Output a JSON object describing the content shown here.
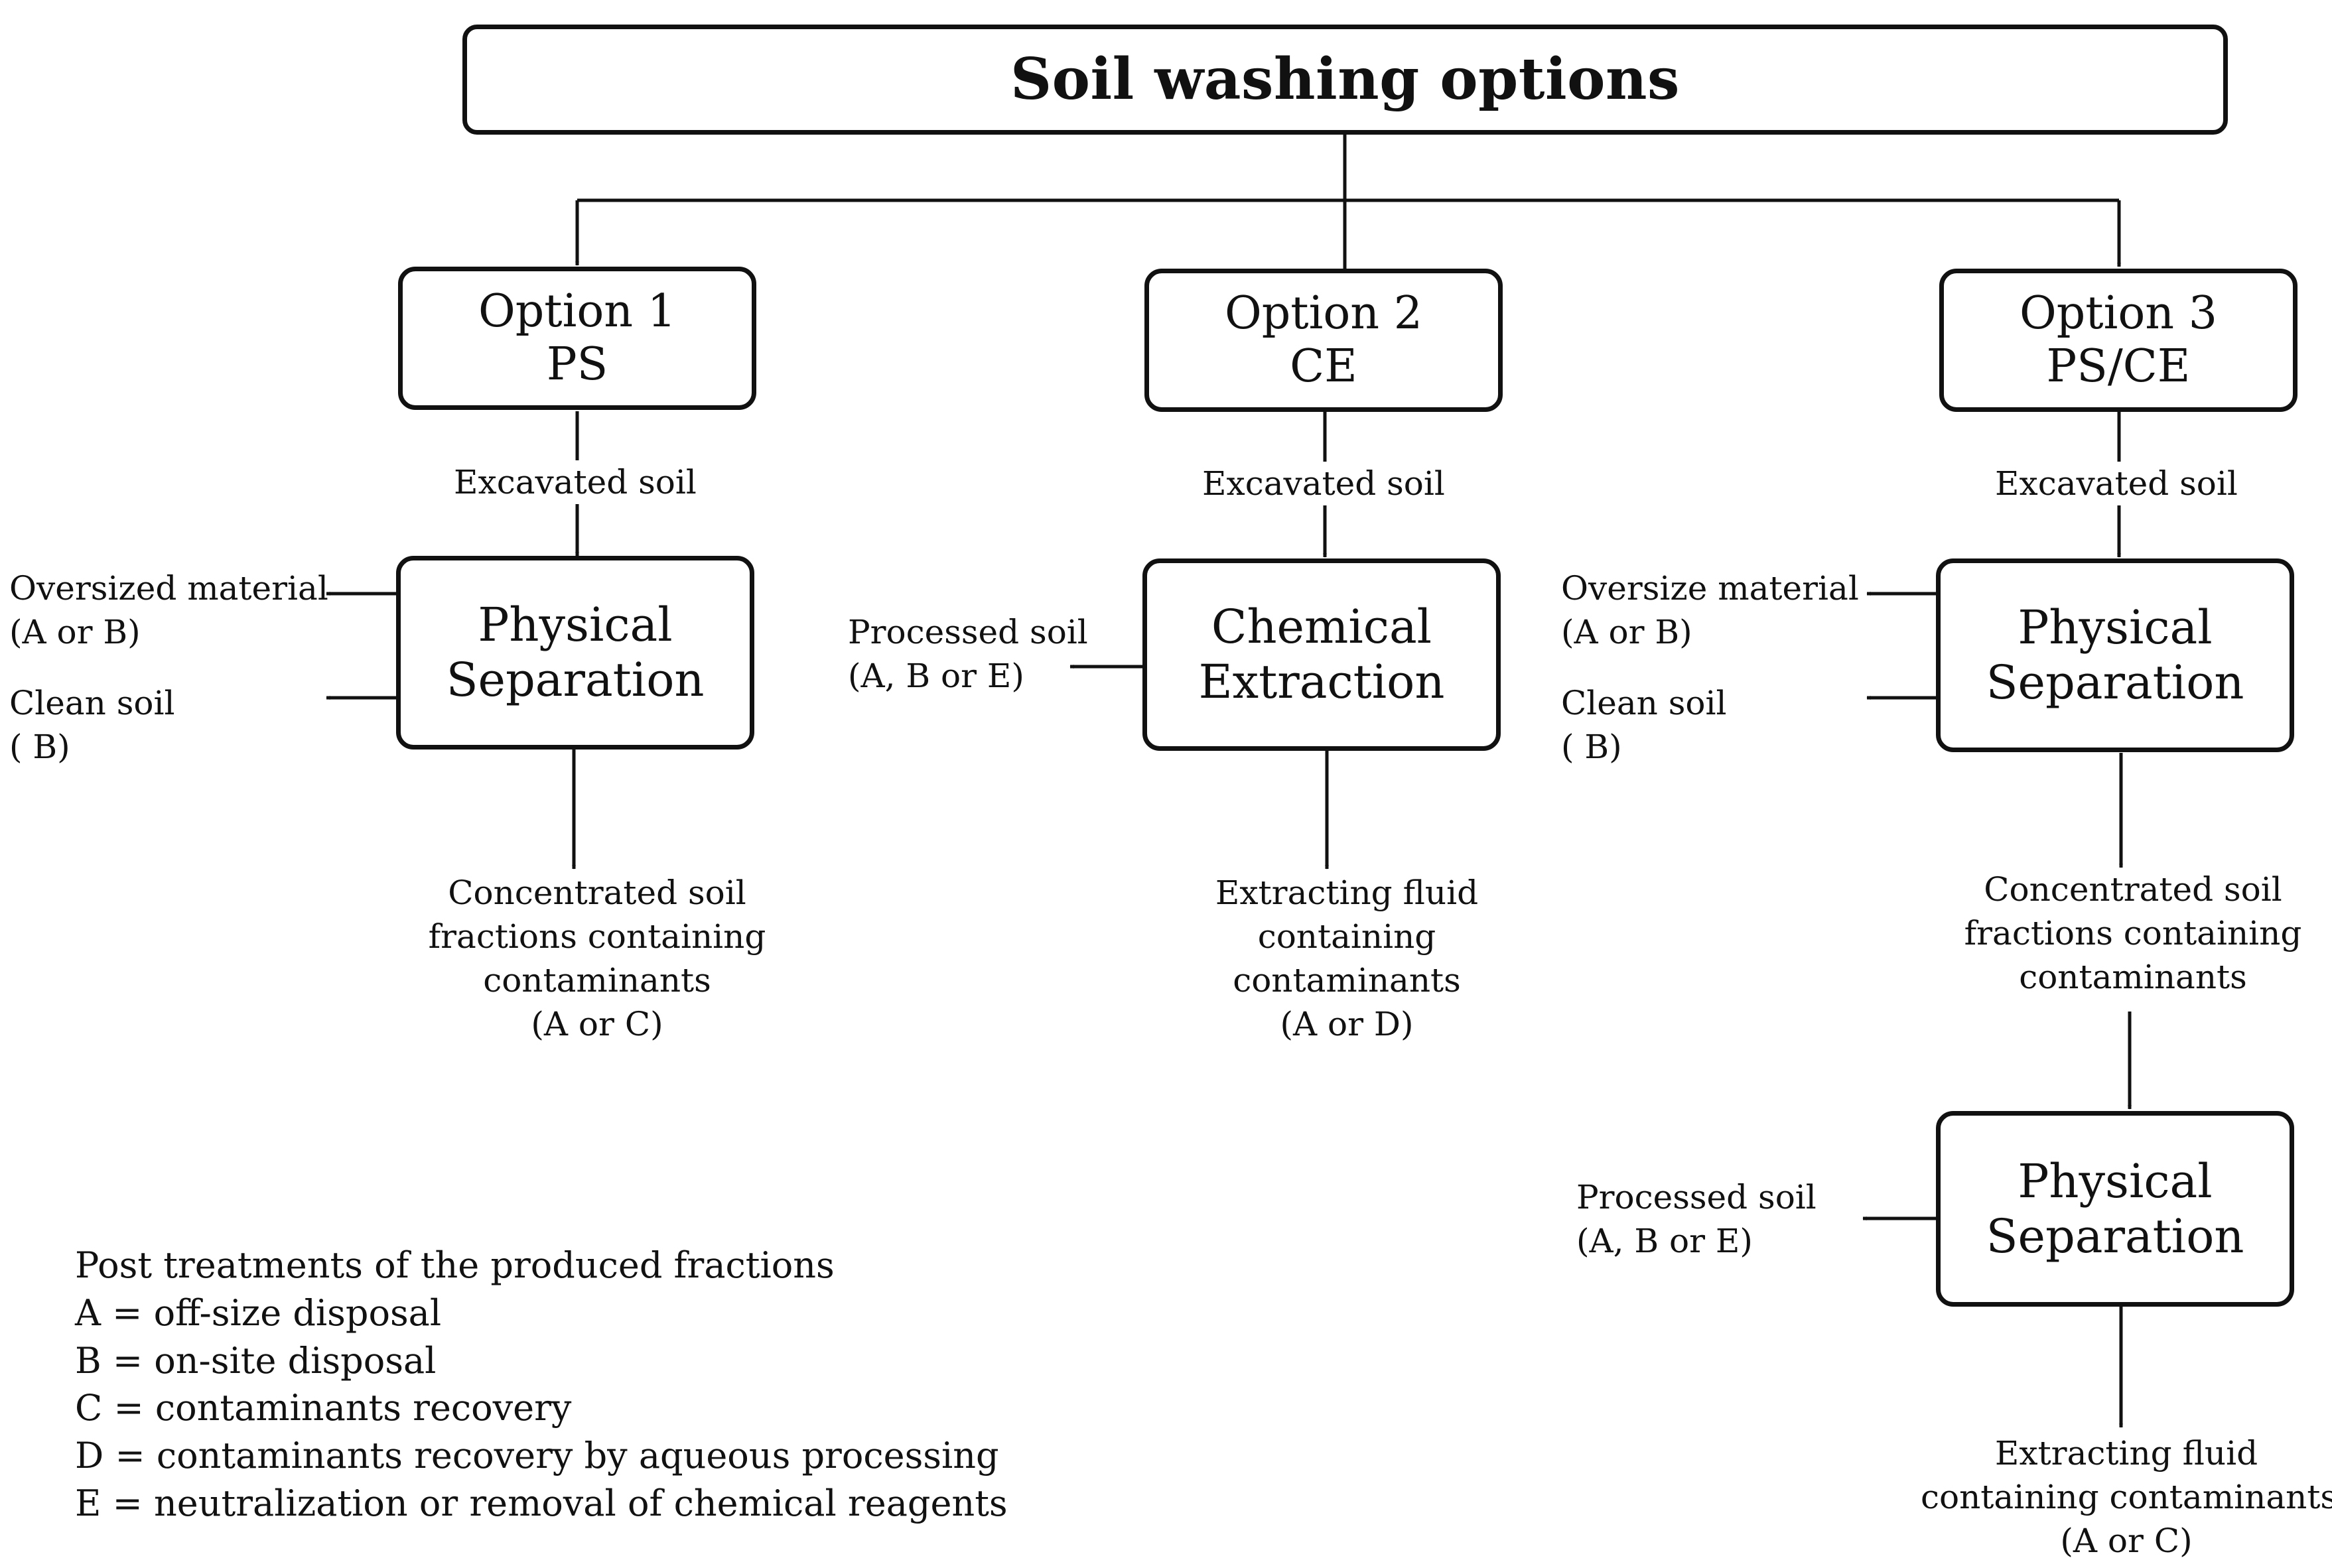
{
  "title": "Soil washing options",
  "options": [
    {
      "line1": "Option 1",
      "line2": "PS"
    },
    {
      "line1": "Option 2",
      "line2": "CE"
    },
    {
      "line1": "Option 3",
      "line2": "PS/CE"
    }
  ],
  "input_label": "Excavated soil",
  "processes": {
    "ps1": {
      "line1": "Physical",
      "line2": "Separation"
    },
    "ce2": {
      "line1": "Chemical",
      "line2": "Extraction"
    },
    "ps3": {
      "line1": "Physical",
      "line2": "Separation"
    },
    "ps3b": {
      "line1": "Physical",
      "line2": "Separation"
    }
  },
  "outputs": {
    "opt1_oversized": {
      "line1": "Oversized material",
      "line2": "(A or B)"
    },
    "opt1_clean": {
      "line1": "Clean soil",
      "line2": "( B)"
    },
    "opt1_concentrated": {
      "line1": "Concentrated soil",
      "line2": "fractions containing",
      "line3": "contaminants",
      "line4": "(A or C)"
    },
    "opt2_processed": {
      "line1": "Processed soil",
      "line2": "(A, B or E)"
    },
    "opt2_fluid": {
      "line1": "Extracting fluid",
      "line2": "containing",
      "line3": "contaminants",
      "line4": "(A or D)"
    },
    "opt3_oversize": {
      "line1": "Oversize material",
      "line2": "(A or B)"
    },
    "opt3_clean": {
      "line1": "Clean soil",
      "line2": "( B)"
    },
    "opt3_concentrated": {
      "line1": "Concentrated soil",
      "line2": "fractions containing",
      "line3": "contaminants"
    },
    "opt3_processed": {
      "line1": "Processed soil",
      "line2": "(A, B or E)"
    },
    "opt3_fluid": {
      "line1": "Extracting fluid",
      "line2": "containing contaminants",
      "line3": "(A or C)"
    }
  },
  "legend": {
    "heading": "Post treatments of the produced fractions",
    "items": [
      "A = off-size disposal",
      "B = on-site disposal",
      "C = contaminants recovery",
      "D = contaminants recovery by aqueous processing",
      "E = neutralization or removal of chemical reagents"
    ]
  }
}
